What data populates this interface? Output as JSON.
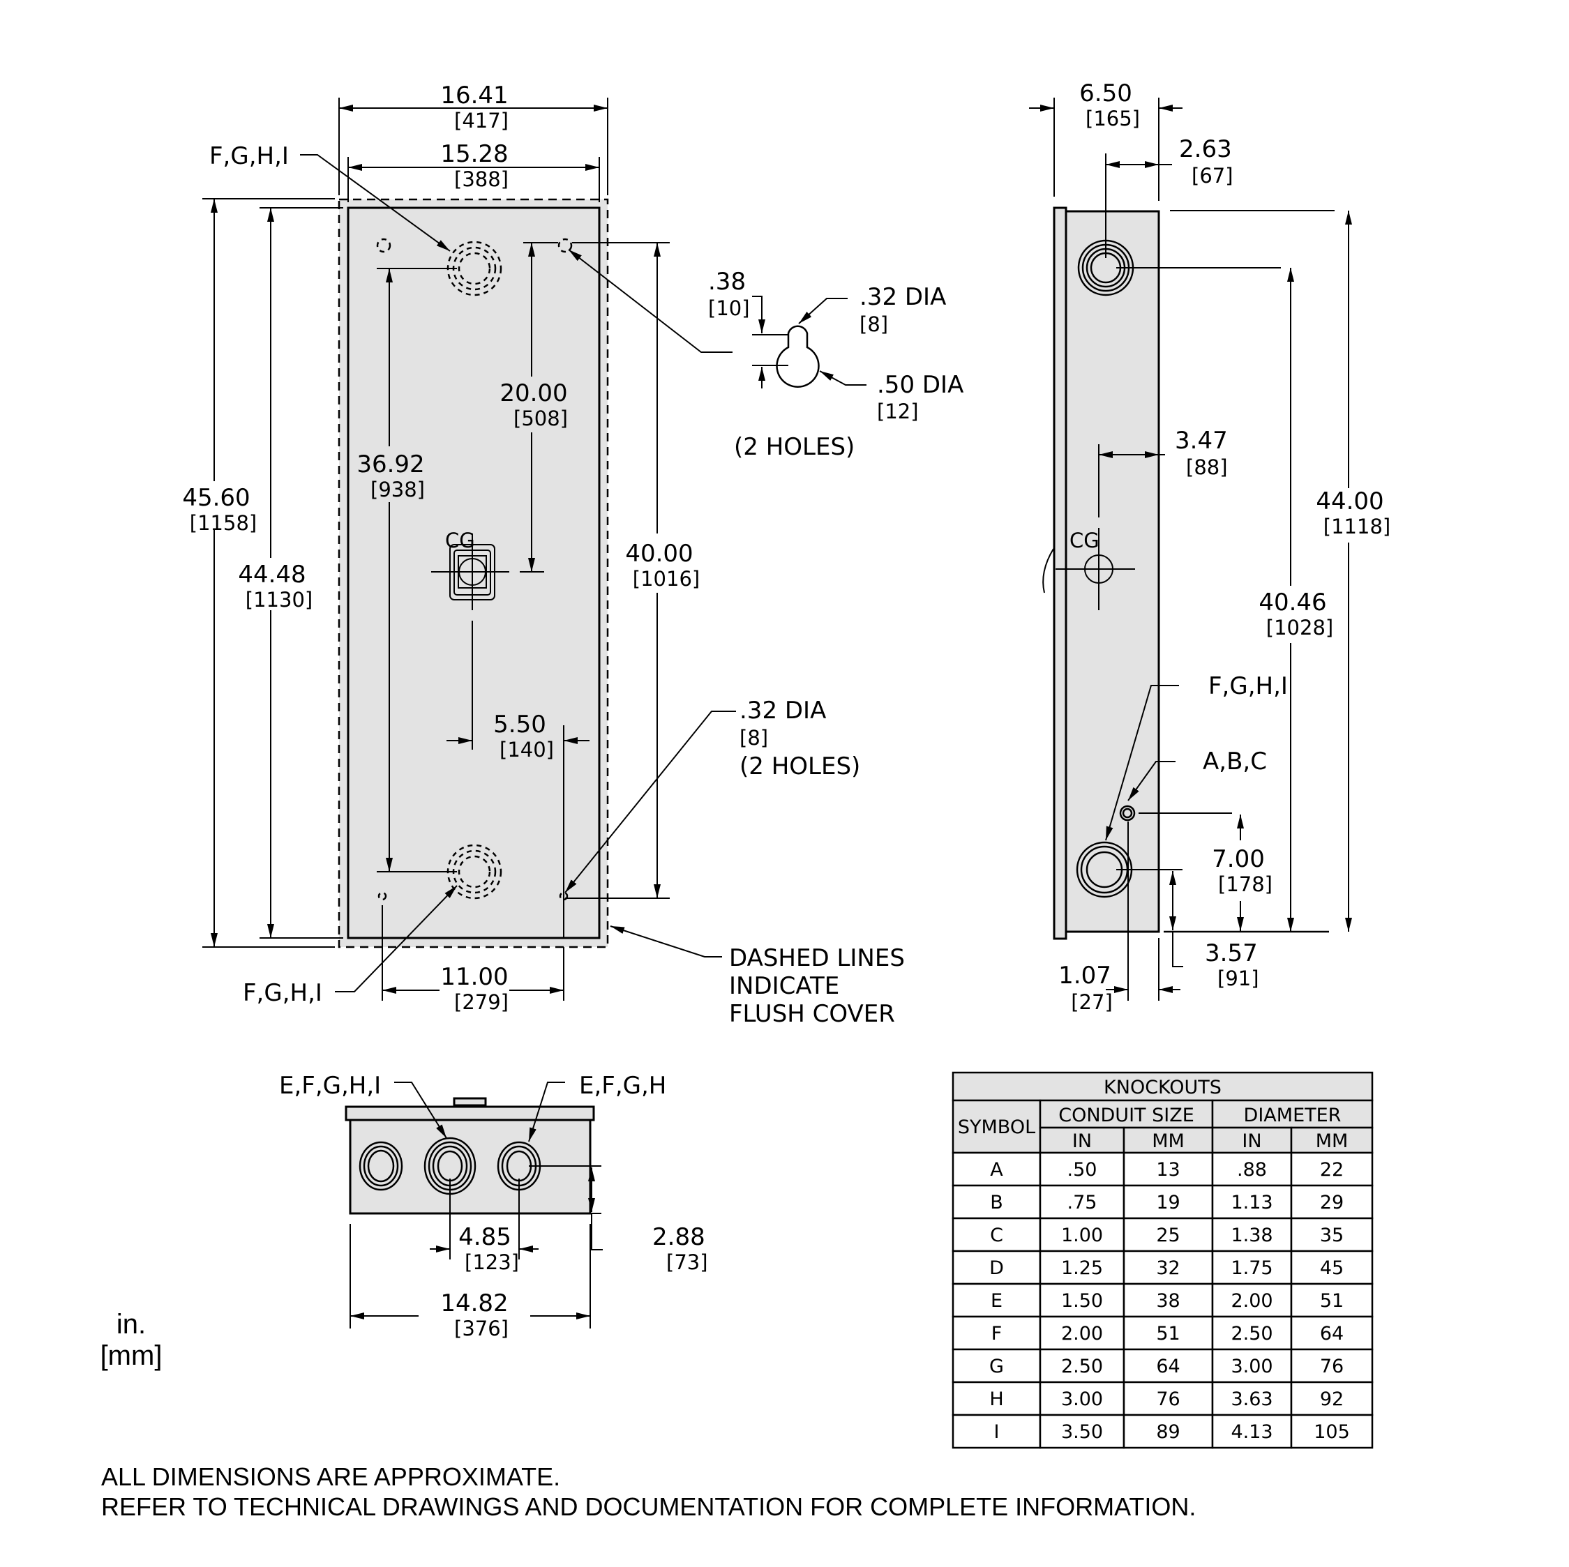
{
  "front_view": {
    "overall_width": {
      "in": "16.41",
      "mm": "[417]"
    },
    "body_width": {
      "in": "15.28",
      "mm": "[388]"
    },
    "overall_height": {
      "in": "45.60",
      "mm": "[1158]"
    },
    "body_height": {
      "in": "44.48",
      "mm": "[1130]"
    },
    "knockout_spacing": {
      "in": "36.92",
      "mm": "[938]"
    },
    "cg_from_top_hole": {
      "in": "20.00",
      "mm": "[508]"
    },
    "mounting_hole_spacing": {
      "in": "40.00",
      "mm": "[1016]"
    },
    "cg_offset": {
      "in": "5.50",
      "mm": "[140]"
    },
    "bottom_hole_spacing": {
      "in": "11.00",
      "mm": "[279]"
    },
    "top_knockout_label": "F,G,H,I",
    "bottom_knockout_label": "F,G,H,I",
    "bottom_hole_callout": {
      "size": ".32  DIA",
      "mm": "[8]",
      "count": "(2  HOLES)"
    },
    "flush_cover_note": [
      "DASHED  LINES",
      "INDICATE",
      "FLUSH  COVER"
    ],
    "cg_label": "CG"
  },
  "keyhole_detail": {
    "slot_offset": {
      "in": ".38",
      "mm": "[10]"
    },
    "slot_dia": {
      "in": ".32  DIA",
      "mm": "[8]"
    },
    "hole_dia": {
      "in": ".50  DIA",
      "mm": "[12]"
    },
    "count": "(2  HOLES)"
  },
  "side_view": {
    "overall_depth": {
      "in": "6.50",
      "mm": "[165]"
    },
    "knockout_offset_top": {
      "in": "2.63",
      "mm": "[67]"
    },
    "cg_depth": {
      "in": "3.47",
      "mm": "[88]"
    },
    "overall_height": {
      "in": "44.00",
      "mm": "[1118]"
    },
    "knockout_spacing": {
      "in": "40.46",
      "mm": "[1028]"
    },
    "small_knockout_height": {
      "in": "7.00",
      "mm": "[178]"
    },
    "large_knockout_height": {
      "in": "3.57",
      "mm": "[91]"
    },
    "small_knockout_offset": {
      "in": "1.07",
      "mm": "[27]"
    },
    "large_knockout_label": "F,G,H,I",
    "small_knockout_label": "A,B,C",
    "cg_label": "CG"
  },
  "bottom_view": {
    "left_label": "E,F,G,H,I",
    "right_label": "E,F,G,H",
    "knockout_spacing": {
      "in": "4.85",
      "mm": "[123]"
    },
    "knockout_height": {
      "in": "2.88",
      "mm": "[73]"
    },
    "overall_width": {
      "in": "14.82",
      "mm": "[376]"
    }
  },
  "units_legend": {
    "in": "in.",
    "mm": "[mm]"
  },
  "knockouts_table": {
    "title": "KNOCKOUTS",
    "symbol_header": "SYMBOL",
    "group_headers": [
      "CONDUIT  SIZE",
      "DIAMETER"
    ],
    "sub_headers": [
      "IN",
      "MM",
      "IN",
      "MM"
    ],
    "rows": [
      [
        "A",
        ".50",
        "13",
        ".88",
        "22"
      ],
      [
        "B",
        ".75",
        "19",
        "1.13",
        "29"
      ],
      [
        "C",
        "1.00",
        "25",
        "1.38",
        "35"
      ],
      [
        "D",
        "1.25",
        "32",
        "1.75",
        "45"
      ],
      [
        "E",
        "1.50",
        "38",
        "2.00",
        "51"
      ],
      [
        "F",
        "2.00",
        "51",
        "2.50",
        "64"
      ],
      [
        "G",
        "2.50",
        "64",
        "3.00",
        "76"
      ],
      [
        "H",
        "3.00",
        "76",
        "3.63",
        "92"
      ],
      [
        "I",
        "3.50",
        "89",
        "4.13",
        "105"
      ]
    ]
  },
  "notes": [
    "ALL DIMENSIONS ARE APPROXIMATE.",
    "REFER TO TECHNICAL DRAWINGS AND DOCUMENTATION FOR COMPLETE INFORMATION."
  ]
}
